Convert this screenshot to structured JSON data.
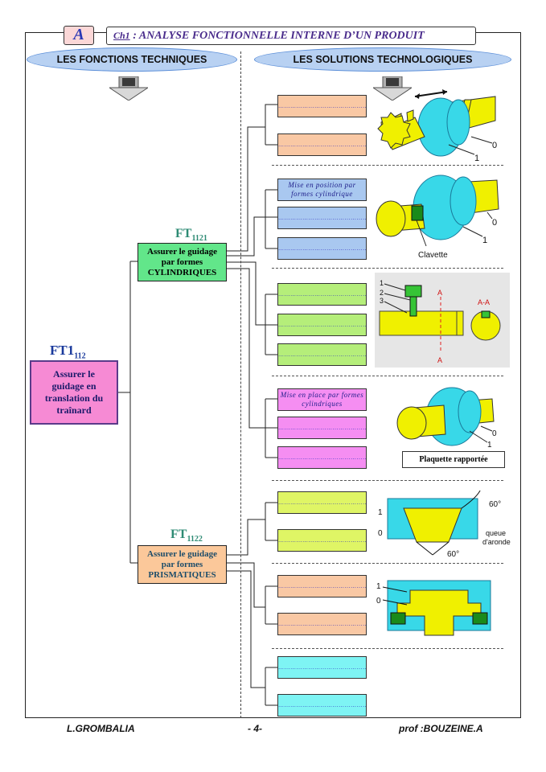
{
  "header": {
    "chapter_letter": "A",
    "chapter_ref": "Ch1",
    "chapter_title": " : ANALYSE FONCTIONNELLE INTERNE D’UN PRODUIT"
  },
  "columns": {
    "left_title": "LES FONCTIONS TECHNIQUES",
    "right_title": "LES SOLUTIONS TECHNOLOGIQUES"
  },
  "main_function": {
    "code": "FT1",
    "code_sub": "112",
    "label": "Assurer le guidage en translation du traînard"
  },
  "sub_functions": [
    {
      "code": "FT",
      "code_sub": "1121",
      "label_line1": "Assurer le guidage",
      "label_line2": "par formes",
      "label_line3": "CYLINDRIQUES"
    },
    {
      "code": "FT",
      "code_sub": "1122",
      "label_line1": "Assurer le guidage",
      "label_line2": "par formes",
      "label_line3": "PRISMATIQUES"
    }
  ],
  "solution_boxes": {
    "blank": "…………………………………………",
    "cylindrique_position": "Mise en position par formes cylindrique",
    "cylindrique_place": "Mise en place par formes cylindriques"
  },
  "figure_labels": {
    "clavette": "Clavette",
    "plaquette": "Plaquette rapportée",
    "angle_60": "60°",
    "queue": "queue",
    "daronde": "d'aronde",
    "section": "A-A",
    "a": "A",
    "n0": "0",
    "n1": "1",
    "n2": "2",
    "n3": "3"
  },
  "colors": {
    "salmon": "#f9c8a4",
    "blue": "#a9c8f0",
    "green": "#b5ee7a",
    "magenta": "#f58ef2",
    "lime": "#dff565",
    "cyan": "#7ef4f4",
    "ft_cyl": "#62e68a",
    "ft_prism": "#fbc89a",
    "ft_main": "#f68ad4",
    "cyan_part": "#38d8e8",
    "yellow_part": "#f0f000"
  },
  "footer": {
    "left": "L.GROMBALIA",
    "center": "- 4-",
    "right": "prof :BOUZEINE.A"
  }
}
